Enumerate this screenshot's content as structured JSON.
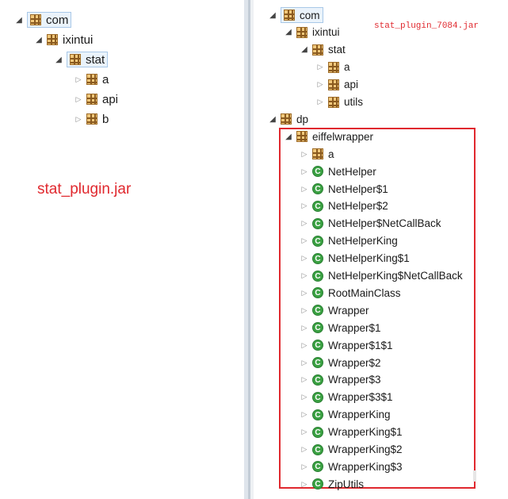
{
  "left_tree": {
    "jar_label": "stat_plugin.jar",
    "nodes": [
      {
        "label": "com",
        "depth": 0,
        "expanded": true,
        "icon": "package-icon",
        "selected": true
      },
      {
        "label": "ixintui",
        "depth": 1,
        "expanded": true,
        "icon": "package-icon"
      },
      {
        "label": "stat",
        "depth": 2,
        "expanded": true,
        "icon": "package-icon",
        "selected": true
      },
      {
        "label": "a",
        "depth": 3,
        "expanded": false,
        "icon": "package-icon"
      },
      {
        "label": "api",
        "depth": 3,
        "expanded": false,
        "icon": "package-icon"
      },
      {
        "label": "b",
        "depth": 3,
        "expanded": false,
        "icon": "package-icon"
      }
    ]
  },
  "right_tree": {
    "jar_label": "stat_plugin_7084.jar",
    "nodes": [
      {
        "label": "com",
        "depth": 0,
        "expanded": true,
        "icon": "package-icon",
        "selected": true
      },
      {
        "label": "ixintui",
        "depth": 1,
        "expanded": true,
        "icon": "package-icon"
      },
      {
        "label": "stat",
        "depth": 2,
        "expanded": true,
        "icon": "package-icon"
      },
      {
        "label": "a",
        "depth": 3,
        "expanded": false,
        "icon": "package-icon"
      },
      {
        "label": "api",
        "depth": 3,
        "expanded": false,
        "icon": "package-icon"
      },
      {
        "label": "utils",
        "depth": 3,
        "expanded": false,
        "icon": "package-icon"
      },
      {
        "label": "dp",
        "depth": 0,
        "expanded": true,
        "icon": "package-icon"
      },
      {
        "label": "eiffelwrapper",
        "depth": 1,
        "expanded": true,
        "icon": "package-icon"
      },
      {
        "label": "a",
        "depth": 2,
        "expanded": false,
        "icon": "package-icon"
      },
      {
        "label": "NetHelper",
        "depth": 2,
        "expanded": false,
        "icon": "class-icon"
      },
      {
        "label": "NetHelper$1",
        "depth": 2,
        "expanded": false,
        "icon": "class-icon"
      },
      {
        "label": "NetHelper$2",
        "depth": 2,
        "expanded": false,
        "icon": "class-icon"
      },
      {
        "label": "NetHelper$NetCallBack",
        "depth": 2,
        "expanded": false,
        "icon": "class-icon"
      },
      {
        "label": "NetHelperKing",
        "depth": 2,
        "expanded": false,
        "icon": "class-icon"
      },
      {
        "label": "NetHelperKing$1",
        "depth": 2,
        "expanded": false,
        "icon": "class-icon"
      },
      {
        "label": "NetHelperKing$NetCallBack",
        "depth": 2,
        "expanded": false,
        "icon": "class-icon"
      },
      {
        "label": "RootMainClass",
        "depth": 2,
        "expanded": false,
        "icon": "class-icon"
      },
      {
        "label": "Wrapper",
        "depth": 2,
        "expanded": false,
        "icon": "class-icon"
      },
      {
        "label": "Wrapper$1",
        "depth": 2,
        "expanded": false,
        "icon": "class-icon"
      },
      {
        "label": "Wrapper$1$1",
        "depth": 2,
        "expanded": false,
        "icon": "class-icon"
      },
      {
        "label": "Wrapper$2",
        "depth": 2,
        "expanded": false,
        "icon": "class-icon"
      },
      {
        "label": "Wrapper$3",
        "depth": 2,
        "expanded": false,
        "icon": "class-icon"
      },
      {
        "label": "Wrapper$3$1",
        "depth": 2,
        "expanded": false,
        "icon": "class-icon"
      },
      {
        "label": "WrapperKing",
        "depth": 2,
        "expanded": false,
        "icon": "class-icon"
      },
      {
        "label": "WrapperKing$1",
        "depth": 2,
        "expanded": false,
        "icon": "class-icon"
      },
      {
        "label": "WrapperKing$2",
        "depth": 2,
        "expanded": false,
        "icon": "class-icon"
      },
      {
        "label": "WrapperKing$3",
        "depth": 2,
        "expanded": false,
        "icon": "class-icon"
      },
      {
        "label": "ZipUtils",
        "depth": 2,
        "expanded": false,
        "icon": "class-icon"
      }
    ]
  },
  "colors": {
    "annotation_red": "#e0282e",
    "class_icon_green": "#3aa142",
    "package_icon_tan": "#f0c77a"
  }
}
